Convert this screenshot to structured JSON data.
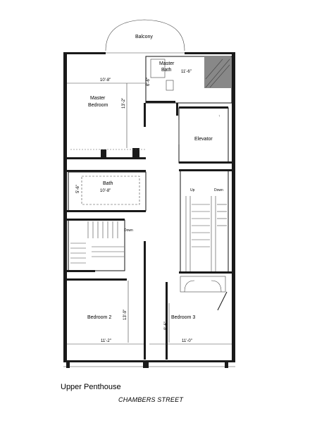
{
  "plan": {
    "title": "Upper Penthouse",
    "street": "CHAMBERS STREET",
    "rooms": {
      "balcony": "Balcony",
      "master_bath_line1": "Master",
      "master_bath_line2": "Bath",
      "master_bedroom_line1": "Master",
      "master_bedroom_line2": "Bedroom",
      "elevator": "Elevator",
      "bath": "Bath",
      "bedroom2": "Bedroom 2",
      "bedroom3": "Bedroom 3"
    },
    "stair_labels": {
      "up": "Up",
      "down": "Down",
      "down_small": "Down"
    },
    "dimensions": {
      "master_bath_width": "11'-6\"",
      "master_bath_depth": "6'-6\"",
      "master_bedroom_width": "10'-8\"",
      "master_bedroom_depth": "13'-2\"",
      "bath_width": "10'-8\"",
      "bath_depth": "5'-6\"",
      "bedroom2_width": "11'-2\"",
      "bedroom2_depth": "13'-9\"",
      "bedroom3_width": "11'-0\"",
      "bedroom3_depth": "9'-6\""
    }
  }
}
